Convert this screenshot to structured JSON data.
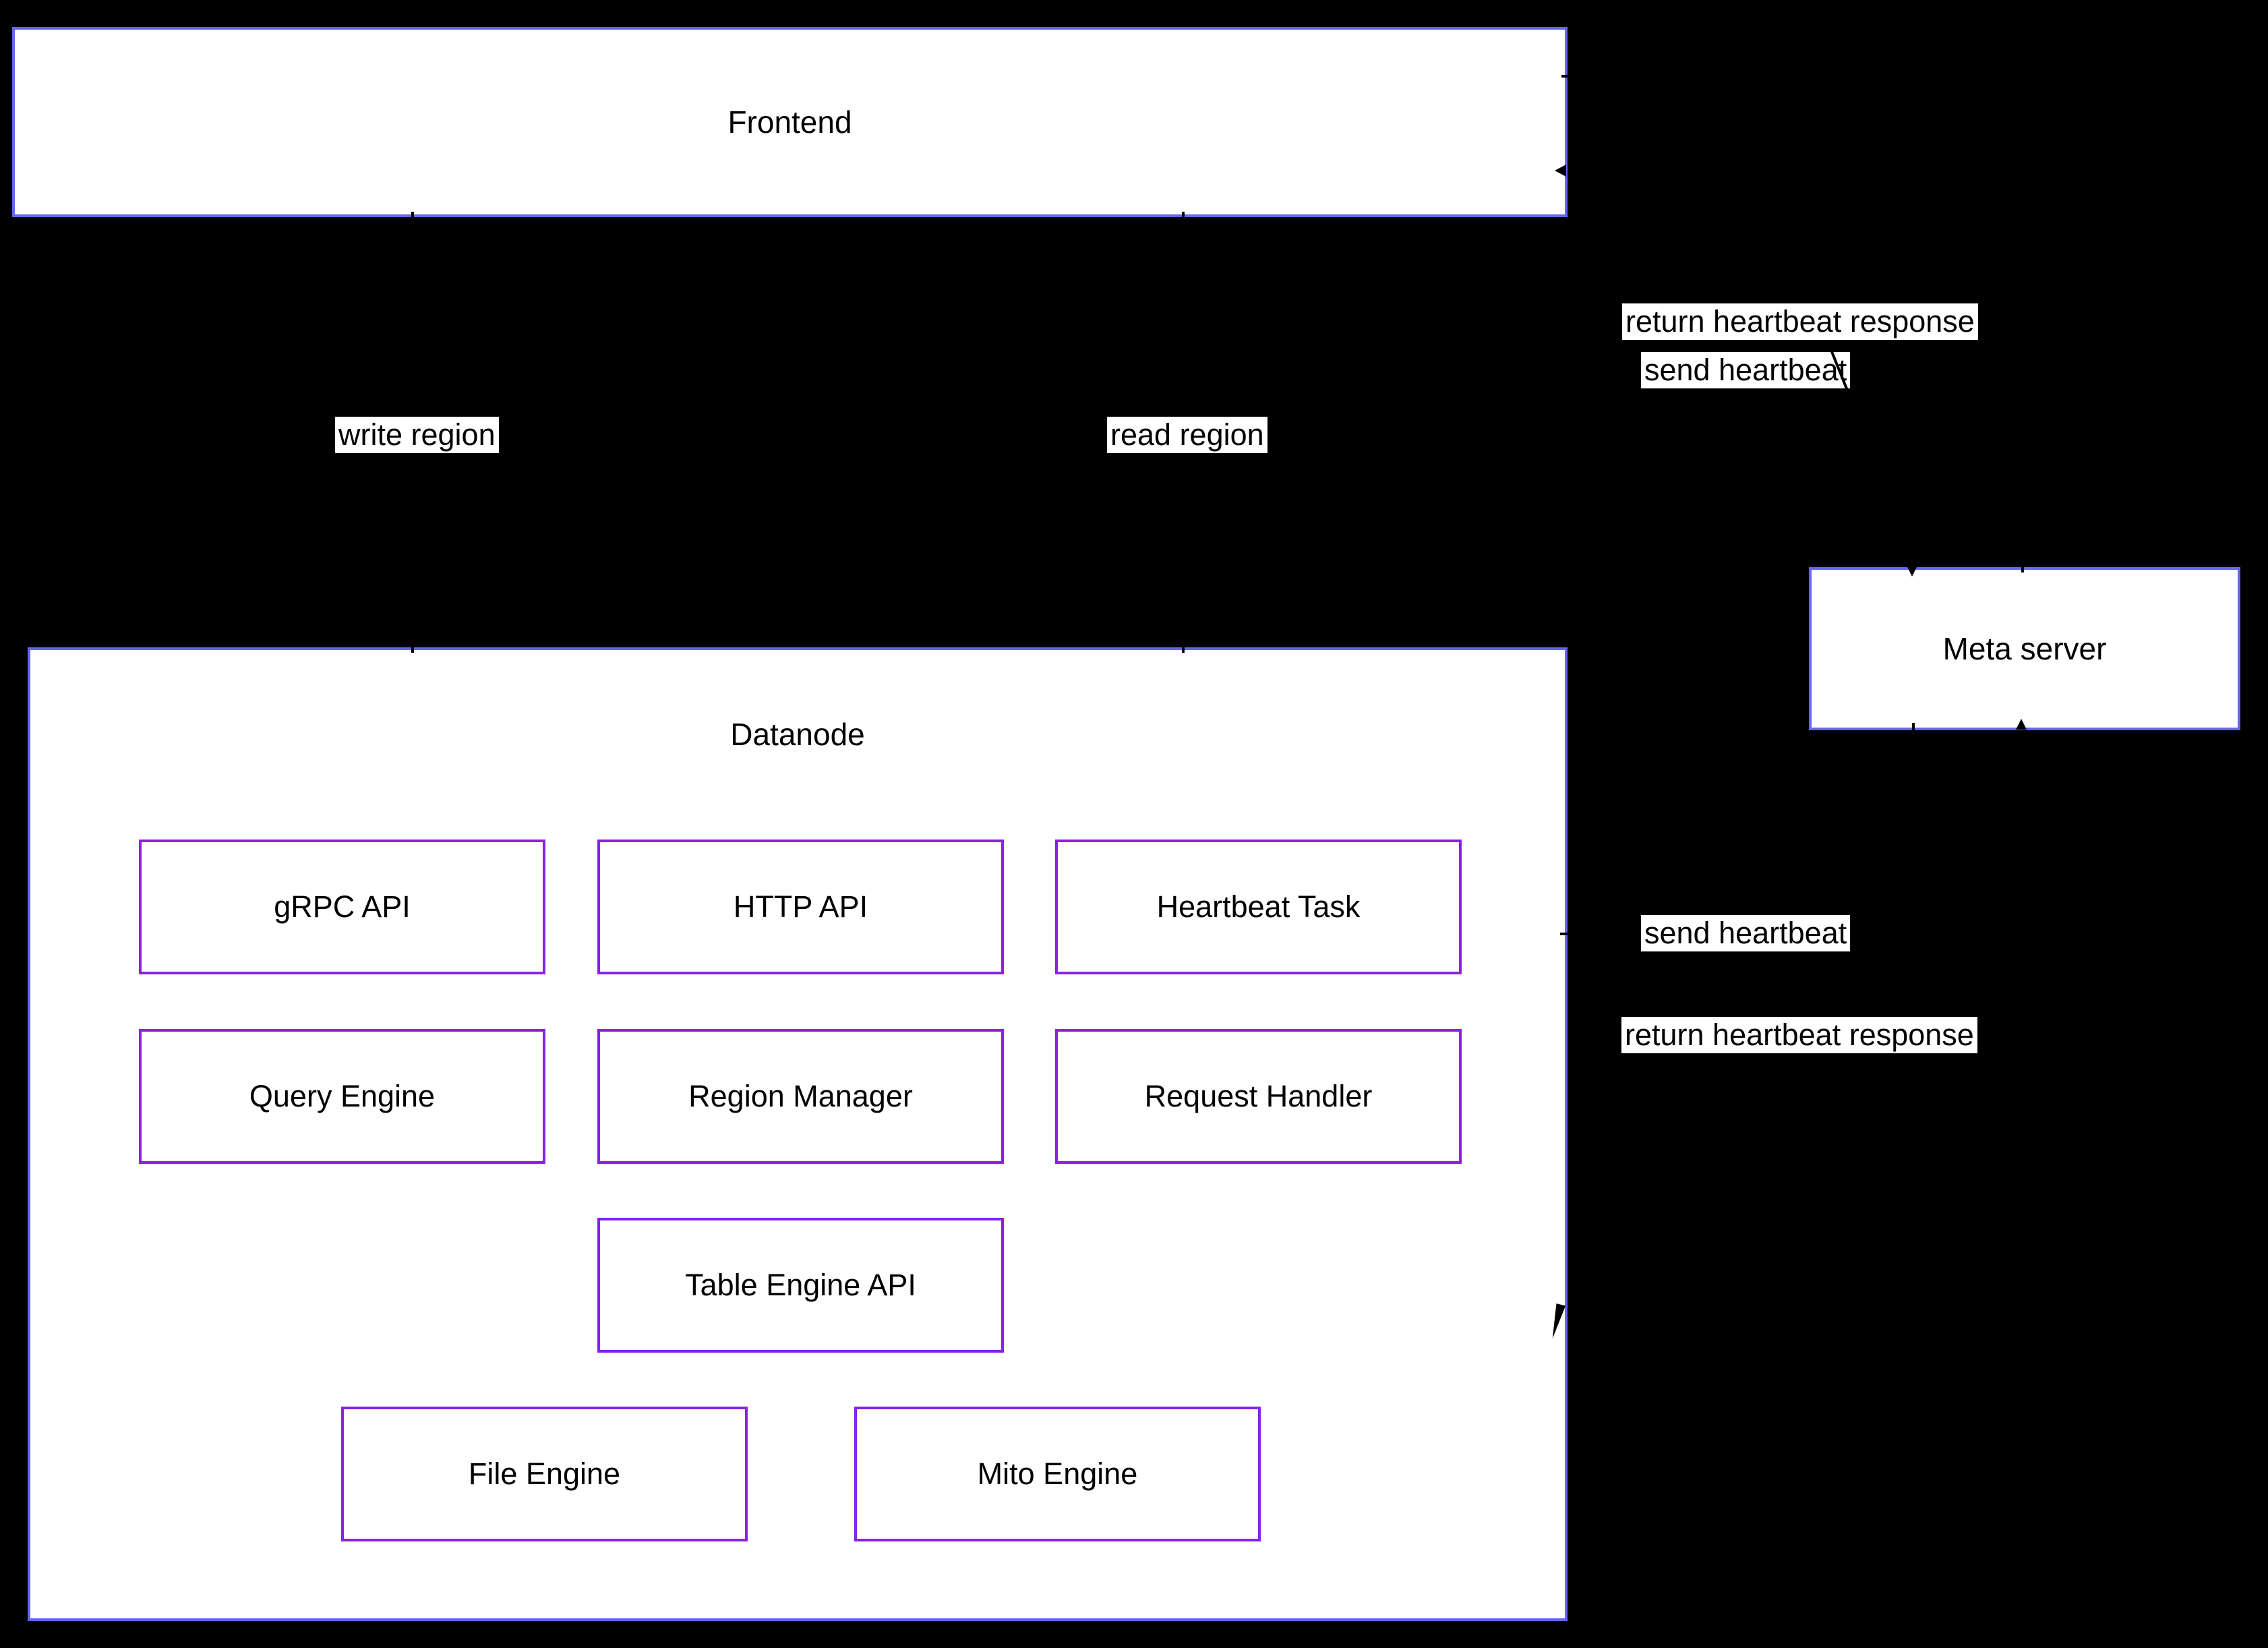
{
  "diagram": {
    "type": "architecture-flowchart",
    "background": "#000000"
  },
  "colors": {
    "background": "#000000",
    "container_border": "#6565f2",
    "component_border": "#8822e8",
    "node_fill": "#ffffff",
    "text": "#000000",
    "edge_label_bg": "#ffffff"
  },
  "nodes": {
    "frontend": {
      "label": "Frontend"
    },
    "datanode": {
      "label": "Datanode"
    },
    "meta_server": {
      "label": "Meta server"
    }
  },
  "datanode_components": [
    {
      "label": "gRPC API"
    },
    {
      "label": "HTTP API"
    },
    {
      "label": "Heartbeat Task"
    },
    {
      "label": "Query Engine"
    },
    {
      "label": "Region Manager"
    },
    {
      "label": "Request Handler"
    },
    {
      "label": "Table Engine API"
    },
    {
      "label": "File Engine"
    },
    {
      "label": "Mito Engine"
    }
  ],
  "edge_labels": {
    "frontend_meta_return": "return heartbeat response",
    "frontend_meta_send": "send heartbeat",
    "frontend_datanode_write": "write region",
    "frontend_datanode_read": "read region",
    "datanode_meta_send": "send heartbeat",
    "datanode_meta_return": "return heartbeat response"
  }
}
